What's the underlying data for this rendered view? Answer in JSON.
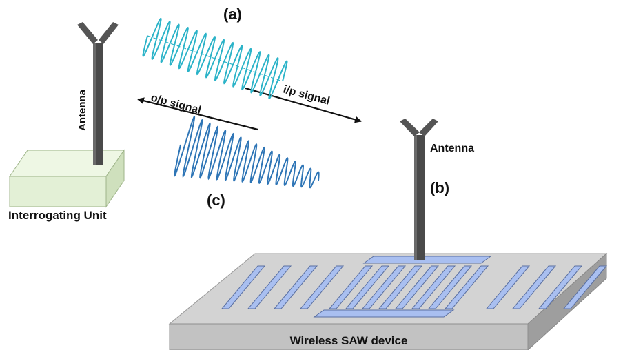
{
  "labels": {
    "a": "(a)",
    "b": "(b)",
    "c": "(c)",
    "antenna_left": "Antenna",
    "antenna_right": "Antenna",
    "interrogating_unit": "Interrogating Unit",
    "ip_signal": "i/p signal",
    "op_signal": "o/p signal",
    "saw_device": "Wireless SAW device"
  },
  "colors": {
    "input_wave": "#2bb3c8",
    "output_wave": "#2e75b6",
    "antenna": "#4a4a4a",
    "unit_box": "#e3f0d6",
    "substrate": "#c8c8c8",
    "electrode": "#a9bff0"
  }
}
